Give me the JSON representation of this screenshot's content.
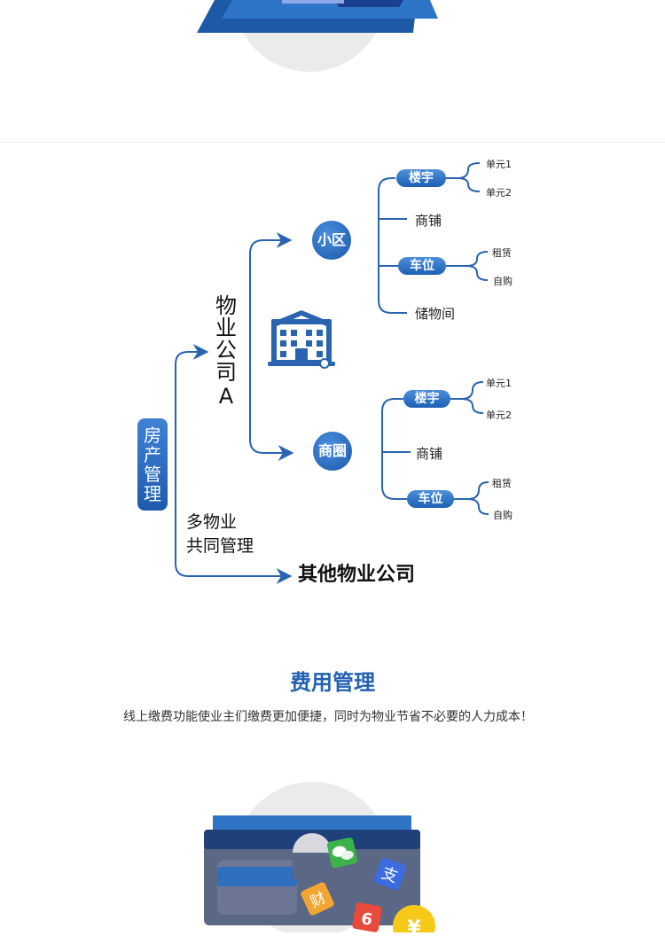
{
  "diagram": {
    "root_label": "房产管理",
    "company_a_label": "物业公司A",
    "company_a_chars": [
      "物",
      "业",
      "公",
      "司",
      "A"
    ],
    "shared_label_line1": "多物业",
    "shared_label_line2": "共同管理",
    "other_company_label": "其他物业公司",
    "community": {
      "label": "小区",
      "building": {
        "label": "楼宇",
        "units": [
          "单元1",
          "单元2"
        ]
      },
      "shop": "商铺",
      "parking": {
        "label": "车位",
        "options": [
          "租赁",
          "自购"
        ]
      },
      "storage": "储物间"
    },
    "business_district": {
      "label": "商圈",
      "building": {
        "label": "楼宇",
        "units": [
          "单元1",
          "单元2"
        ]
      },
      "shop": "商铺",
      "parking": {
        "label": "车位",
        "options": [
          "租赁",
          "自购"
        ]
      }
    }
  },
  "section": {
    "title": "费用管理",
    "description": "线上缴费功能使业主们缴费更加便捷，同时为物业节省不必要的人力成本！"
  },
  "illustration": {
    "coin_symbol": "¥",
    "badge_alipay": "支",
    "badge_wealth": "财",
    "badge_app": "6"
  },
  "colors": {
    "primary": "#2362b1",
    "line": "#2a64b0",
    "divider": "#ececec"
  }
}
